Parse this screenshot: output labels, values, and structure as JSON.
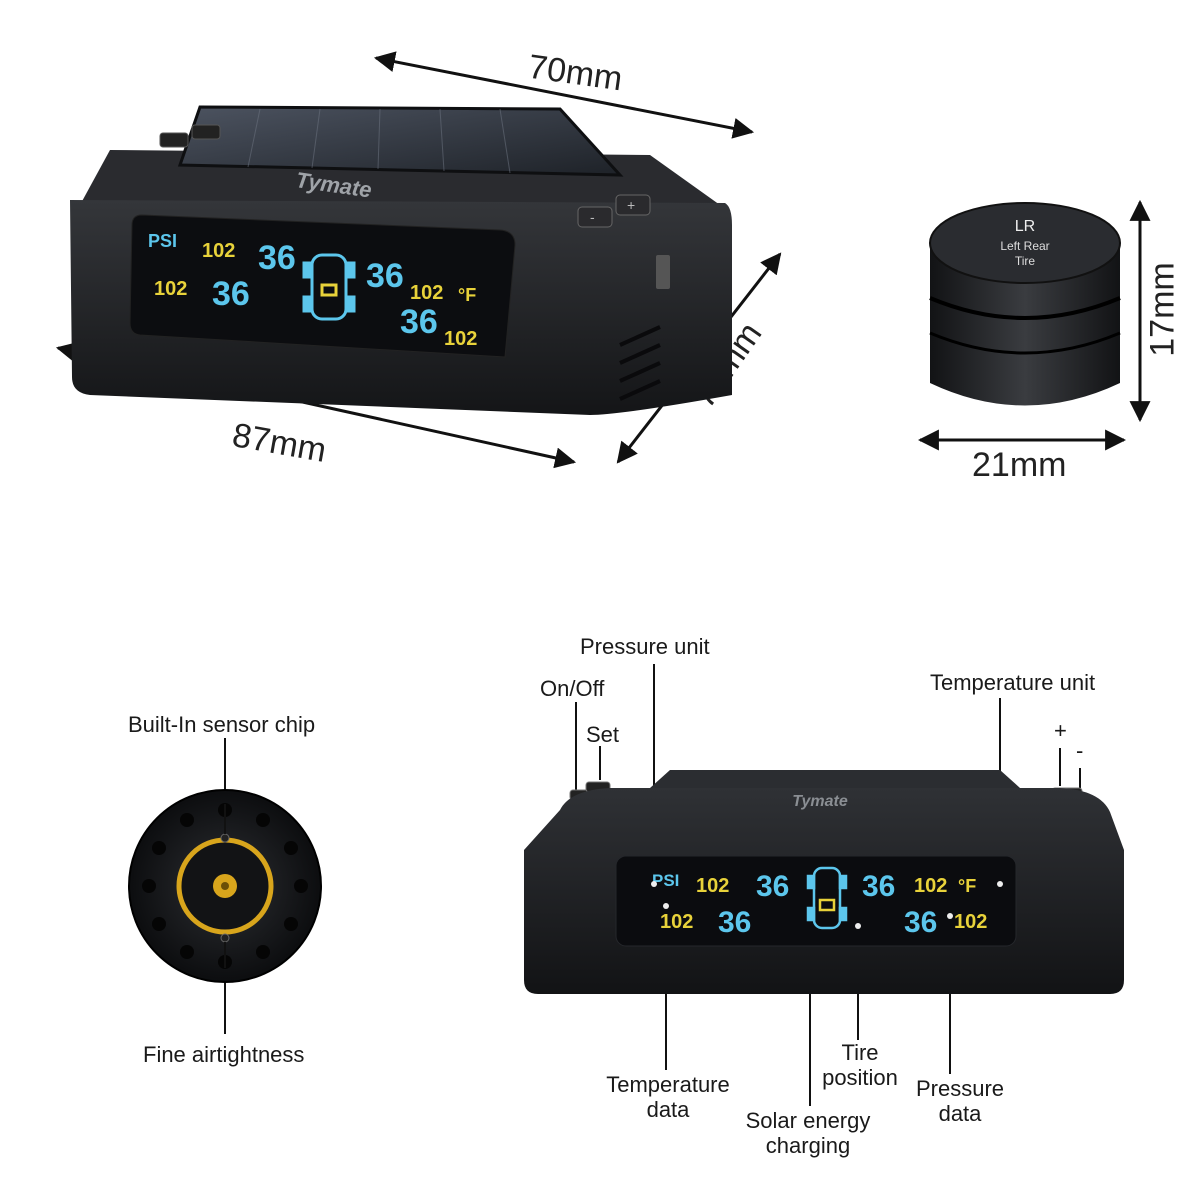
{
  "dimensions": {
    "top_width": "70mm",
    "front_width": "87mm",
    "depth": "72mm",
    "sensor_height": "17mm",
    "sensor_diameter": "21mm"
  },
  "monitor": {
    "brand": "Tymate",
    "pressure_unit": "PSI",
    "temp_unit": "°F",
    "plus_symbol": "+",
    "minus_symbol": "-",
    "readings": {
      "front_left_temp": "102",
      "front_left_pressure": "36",
      "front_right_pressure": "36",
      "front_right_temp": "102",
      "rear_left_temp": "102",
      "rear_left_pressure": "36",
      "rear_right_pressure": "36",
      "rear_right_temp": "102"
    }
  },
  "sensor_cap": {
    "code": "LR",
    "line1": "Left Rear",
    "line2": "Tire"
  },
  "sensor_labels": {
    "chip": "Built-In sensor chip",
    "airtight": "Fine airtightness"
  },
  "callouts": {
    "pressure_unit": "Pressure unit",
    "on_off": "On/Off",
    "set": "Set",
    "temperature_unit": "Temperature unit",
    "plus": "+",
    "minus": "-",
    "temperature_data_l1": "Temperature",
    "temperature_data_l2": "data",
    "solar_l1": "Solar energy",
    "solar_l2": "charging",
    "tire_position_l1": "Tire",
    "tire_position_l2": "position",
    "pressure_data_l1": "Pressure",
    "pressure_data_l2": "data"
  },
  "colors": {
    "lcd_yellow": "#e8d23a",
    "lcd_blue": "#5cc6ec",
    "sensor_ring": "#d8a51c",
    "device_body": "#1c1d20"
  }
}
